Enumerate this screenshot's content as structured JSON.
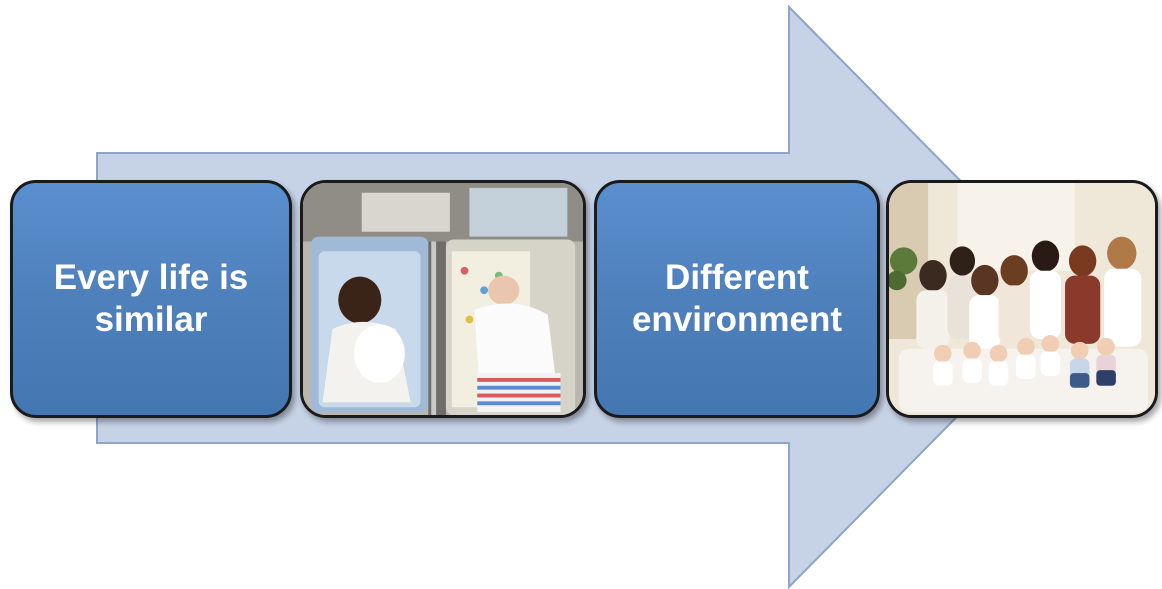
{
  "diagram": {
    "type": "process-arrow",
    "arrow_color": "#c6d2e6",
    "arrow_outline": "#8ea4c8",
    "box_color": "#4f81bd",
    "steps": [
      {
        "kind": "text",
        "label": "Every life is similar"
      },
      {
        "kind": "image",
        "image_name": "newborn-babies-photo"
      },
      {
        "kind": "text",
        "label": "Different environment"
      },
      {
        "kind": "image",
        "image_name": "mothers-with-babies-photo"
      }
    ]
  }
}
